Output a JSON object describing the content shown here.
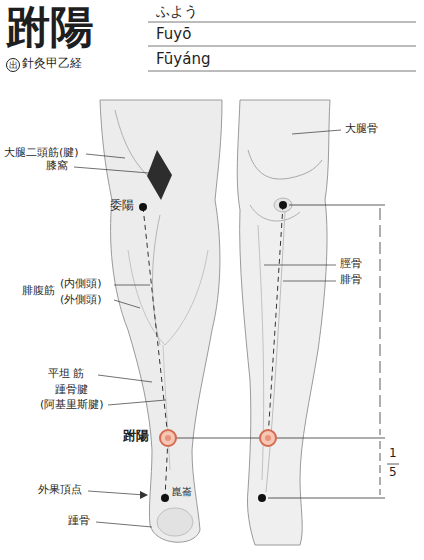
{
  "diagram": {
    "title": "跗陽",
    "labels": [
      "出",
      "針灸甲乙経",
      "ふよう",
      "Fuyō",
      "Fūyáng",
      "大腿骨",
      "大腿二頭筋(腱)",
      "膝窩",
      "委陽",
      "腓腹筋",
      "(内側頭)",
      "(外側頭)",
      "脛骨",
      "腓骨",
      "平坦 筋",
      "踵骨腱",
      "(阿基里斯腱)",
      "跗陽",
      "1",
      "5",
      "外果頂点",
      "崑崙",
      "踵骨"
    ]
  }
}
